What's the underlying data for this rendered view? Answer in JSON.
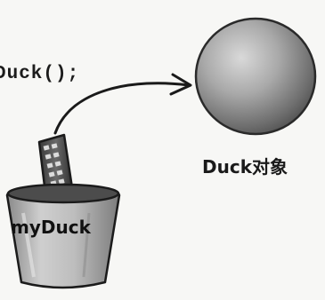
{
  "code": {
    "text": "Duck();"
  },
  "object": {
    "label": "Duck对象"
  },
  "reference": {
    "label": "myDuck"
  }
}
